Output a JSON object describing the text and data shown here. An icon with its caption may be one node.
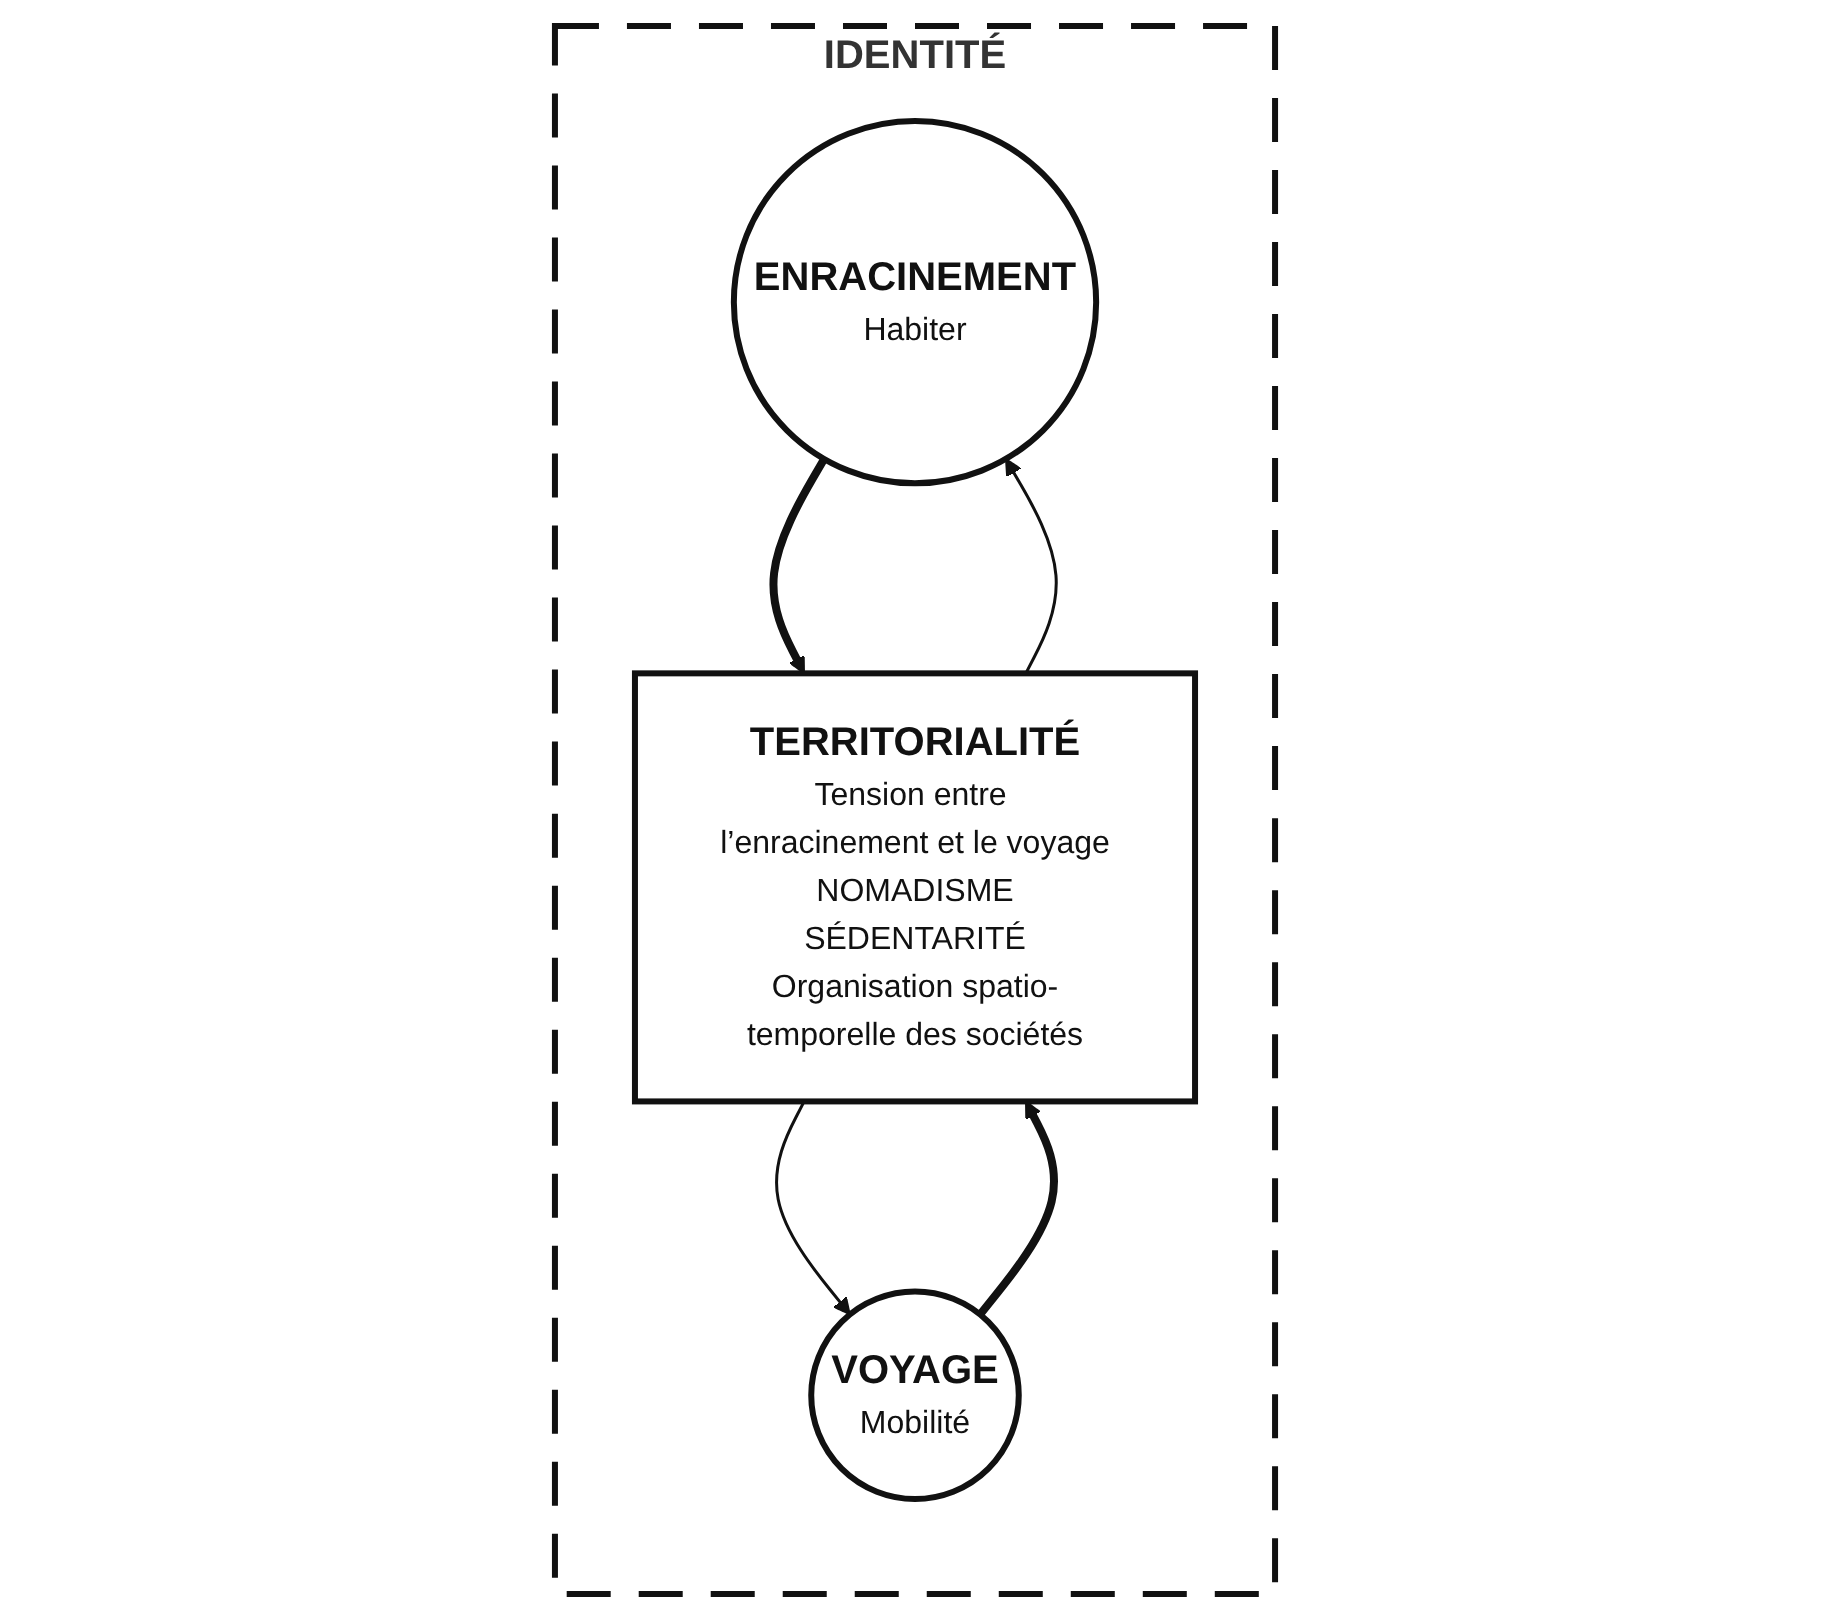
{
  "diagram": {
    "nodes": [
      {
        "text": [
          "IDENTITÉ"
        ]
      },
      {
        "text": [
          "ENRACINEMENT",
          "Habiter"
        ],
        "in": 0
      },
      {
        "text": [
          "VOYAGE",
          "Mobilité"
        ],
        "in": 0
      },
      {
        "text": [
          "TERRITORIALITÉ",
          "Tension entre l’enracinement et le voyage",
          "NOMADISME",
          "SÉDENTARITÉ",
          "Organisation spatio-temporelle des sociétés"
        ],
        "in": 0
      }
    ],
    "edges": [
      {
        "from": 3,
        "to": 1,
        "arrow": "to"
      },
      {
        "from": 1,
        "to": 3,
        "arrow": "to",
        "style": "thick"
      },
      {
        "from": 3,
        "to": 2,
        "arrow": "to"
      },
      {
        "from": 2,
        "to": 3,
        "arrow": "to",
        "style": "thick"
      }
    ]
  }
}
